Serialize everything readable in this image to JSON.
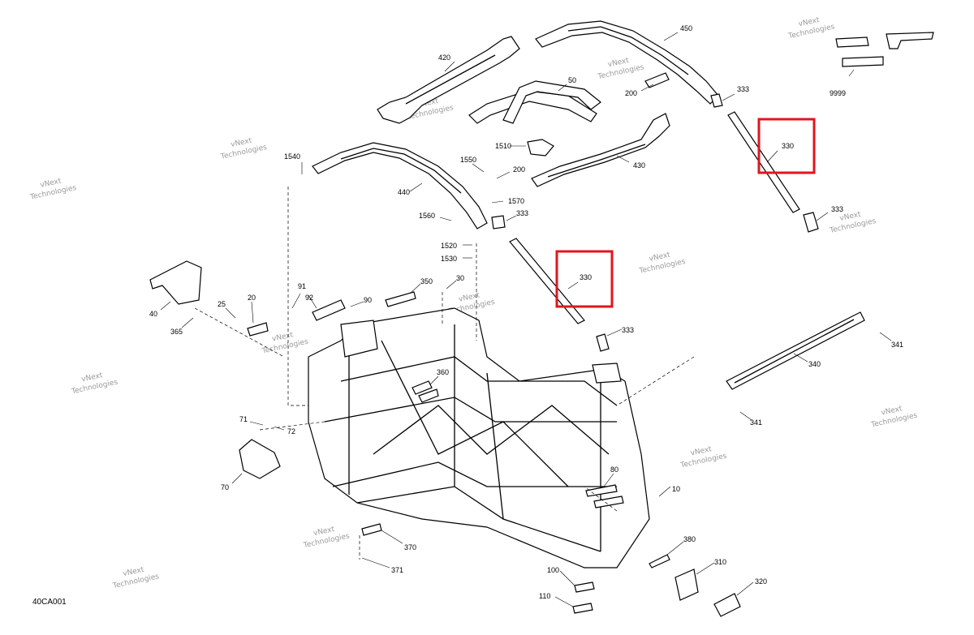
{
  "diagram": {
    "code": "40CA001",
    "parts": [
      {
        "id": "part-420",
        "label": "420"
      },
      {
        "id": "part-450",
        "label": "450"
      },
      {
        "id": "part-50",
        "label": "50"
      },
      {
        "id": "part-200a",
        "label": "200"
      },
      {
        "id": "part-333a",
        "label": "333"
      },
      {
        "id": "part-9999",
        "label": "9999"
      },
      {
        "id": "part-330a",
        "label": "330"
      },
      {
        "id": "part-333b",
        "label": "333"
      },
      {
        "id": "part-1510",
        "label": "1510"
      },
      {
        "id": "part-430",
        "label": "430"
      },
      {
        "id": "part-1540",
        "label": "1540"
      },
      {
        "id": "part-1550",
        "label": "1550"
      },
      {
        "id": "part-200b",
        "label": "200"
      },
      {
        "id": "part-440",
        "label": "440"
      },
      {
        "id": "part-1570",
        "label": "1570"
      },
      {
        "id": "part-1560",
        "label": "1560"
      },
      {
        "id": "part-333c",
        "label": "333"
      },
      {
        "id": "part-1520",
        "label": "1520"
      },
      {
        "id": "part-1530",
        "label": "1530"
      },
      {
        "id": "part-330b",
        "label": "330"
      },
      {
        "id": "part-91",
        "label": "91"
      },
      {
        "id": "part-92",
        "label": "92"
      },
      {
        "id": "part-90",
        "label": "90"
      },
      {
        "id": "part-350",
        "label": "350"
      },
      {
        "id": "part-30",
        "label": "30"
      },
      {
        "id": "part-333d",
        "label": "333"
      },
      {
        "id": "part-40",
        "label": "40"
      },
      {
        "id": "part-365",
        "label": "365"
      },
      {
        "id": "part-25",
        "label": "25"
      },
      {
        "id": "part-20",
        "label": "20"
      },
      {
        "id": "part-341a",
        "label": "341"
      },
      {
        "id": "part-340",
        "label": "340"
      },
      {
        "id": "part-360",
        "label": "360"
      },
      {
        "id": "part-341b",
        "label": "341"
      },
      {
        "id": "part-71",
        "label": "71"
      },
      {
        "id": "part-72",
        "label": "72"
      },
      {
        "id": "part-70",
        "label": "70"
      },
      {
        "id": "part-80",
        "label": "80"
      },
      {
        "id": "part-10",
        "label": "10"
      },
      {
        "id": "part-380",
        "label": "380"
      },
      {
        "id": "part-370",
        "label": "370"
      },
      {
        "id": "part-310",
        "label": "310"
      },
      {
        "id": "part-371",
        "label": "371"
      },
      {
        "id": "part-100",
        "label": "100"
      },
      {
        "id": "part-320",
        "label": "320"
      },
      {
        "id": "part-110",
        "label": "110"
      }
    ],
    "watermark": {
      "line1": "vNext",
      "line2": "Technologies"
    },
    "highlight_color": "#e0161d",
    "line_color": "#000000"
  }
}
